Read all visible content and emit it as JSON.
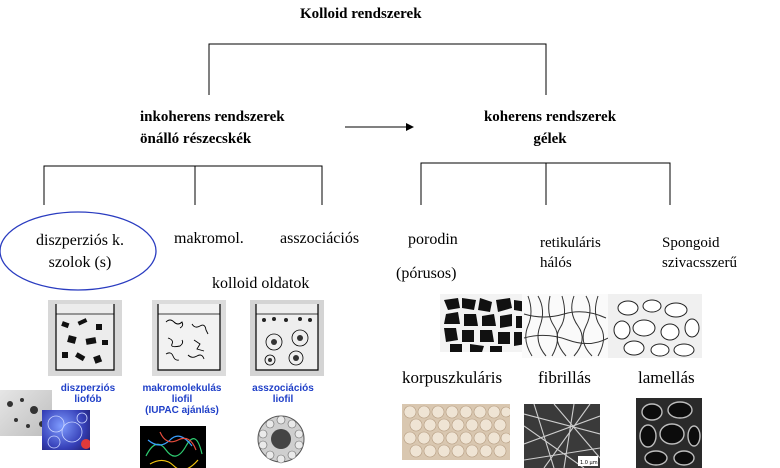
{
  "title": "Kolloid rendszerek",
  "inkoherens": {
    "line1": "inkoherens rendszerek",
    "line2": "önálló részecskék"
  },
  "koherens": {
    "line1": "koherens rendszerek",
    "line2": "gélek"
  },
  "left_children": {
    "diszperzios": {
      "line1": "diszperziós k.",
      "line2": "szolok (s)"
    },
    "makromol": "makromol.",
    "asszociacios": "asszociációs",
    "kolloid_oldatok": "kolloid oldatok"
  },
  "right_children": {
    "porodin": "porodin",
    "porusos": "(pórusos)",
    "retikularis": {
      "line1": "retikuláris",
      "line2": "hálós"
    },
    "spongoid": {
      "line1": "Spongoid",
      "line2": "szivacsszerű"
    }
  },
  "image_captions": {
    "diszperzios": {
      "line1": "diszperziós",
      "line2": "liofób"
    },
    "makromolekulas": {
      "line1": "makromolekulás",
      "line2": "liofil",
      "line3": "(IUPAC ajánlás)"
    },
    "asszociacios": {
      "line1": "asszociációs",
      "line2": "liofil"
    }
  },
  "gel_types": {
    "korpuszkularis": "korpuszkuláris",
    "fibrillas": "fibrillás",
    "lamellas": "lamellás"
  },
  "scale_label": "1.0 µm",
  "colors": {
    "caption_blue": "#1f3fc8",
    "ellipse_blue": "#2a3cc0"
  }
}
